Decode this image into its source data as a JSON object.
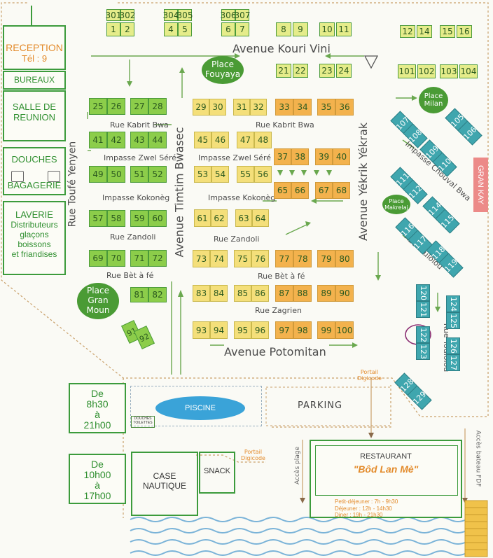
{
  "left_panel": {
    "reception": "RECEPTION",
    "tel": "Tél : 9",
    "bureaux": "BUREAUX",
    "salle_line1": "SALLE DE",
    "salle_line2": "REUNION",
    "douches": "DOUCHES",
    "bagagerie": "BAGAGERIE",
    "laverie": "LAVERIE",
    "laverie_line1": "Distributeurs",
    "laverie_line2": "glaçons",
    "laverie_line3": "boissons",
    "laverie_line4": "et friandises"
  },
  "avenues": {
    "kouri_vini": "Avenue Kouri Vini",
    "potomitan": "Avenue Potomitan",
    "timtim": "Avenue Timtim Bwasec",
    "yekrik": "Avenue Yékrik Yékrak",
    "toufe": "Rue Toufé Yenyen"
  },
  "streets": {
    "kabrit_left": "Rue Kabrit Bwa",
    "kabrit_right": "Rue Kabrit Bwa",
    "zwel_left": "Impasse Zwel Séré",
    "zwel_right": "Impasse Zwel Séré",
    "kokoneg_left": "Impasse Kokonèg",
    "kokoneg_right": "Impasse Kokonèg",
    "zandoli_left": "Rue Zandoli",
    "zandoli_right": "Rue Zandoli",
    "bet_left": "Rue Bèt à fé",
    "bet_right": "Rue Bèt à fé",
    "zagrien": "Rue Zagrien",
    "chouval": "Impasse Chouval Bwa",
    "toulolou_upper": "Rue Toulolou",
    "toulolou_lower": "Rue Toulolou"
  },
  "plazas": {
    "fouyaya_1": "Place",
    "fouyaya_2": "Fouyaya",
    "milan_1": "Place",
    "milan_2": "Milan",
    "makrelaj_1": "Place",
    "makrelaj_2": "Makrelaj",
    "granmoun_1": "Place",
    "granmoun_2": "Gran Moun"
  },
  "gran_kay": "GRAN KAY",
  "lots": [
    {
      "n": "301",
      "c": "lime"
    },
    {
      "n": "302",
      "c": "lime"
    },
    {
      "n": "1",
      "c": "lime"
    },
    {
      "n": "2",
      "c": "lime"
    },
    {
      "n": "304",
      "c": "lime"
    },
    {
      "n": "305",
      "c": "lime"
    },
    {
      "n": "4",
      "c": "lime"
    },
    {
      "n": "5",
      "c": "lime"
    },
    {
      "n": "306",
      "c": "lime"
    },
    {
      "n": "307",
      "c": "lime"
    },
    {
      "n": "6",
      "c": "lime"
    },
    {
      "n": "7",
      "c": "lime"
    },
    {
      "n": "8",
      "c": "lime"
    },
    {
      "n": "9",
      "c": "lime"
    },
    {
      "n": "10",
      "c": "lime"
    },
    {
      "n": "11",
      "c": "lime"
    },
    {
      "n": "12",
      "c": "lime"
    },
    {
      "n": "14",
      "c": "lime"
    },
    {
      "n": "15",
      "c": "lime"
    },
    {
      "n": "16",
      "c": "lime"
    },
    {
      "n": "21",
      "c": "lime"
    },
    {
      "n": "22",
      "c": "lime"
    },
    {
      "n": "23",
      "c": "lime"
    },
    {
      "n": "24",
      "c": "lime"
    },
    {
      "n": "101",
      "c": "lime"
    },
    {
      "n": "102",
      "c": "lime"
    },
    {
      "n": "103",
      "c": "lime"
    },
    {
      "n": "104",
      "c": "lime"
    },
    {
      "n": "25",
      "c": "green"
    },
    {
      "n": "26",
      "c": "green"
    },
    {
      "n": "27",
      "c": "green"
    },
    {
      "n": "28",
      "c": "green"
    },
    {
      "n": "29",
      "c": "yellow"
    },
    {
      "n": "30",
      "c": "yellow"
    },
    {
      "n": "31",
      "c": "yellow"
    },
    {
      "n": "32",
      "c": "yellow"
    },
    {
      "n": "33",
      "c": "orange"
    },
    {
      "n": "34",
      "c": "orange"
    },
    {
      "n": "35",
      "c": "orange"
    },
    {
      "n": "36",
      "c": "orange"
    },
    {
      "n": "41",
      "c": "green"
    },
    {
      "n": "42",
      "c": "green"
    },
    {
      "n": "43",
      "c": "green"
    },
    {
      "n": "44",
      "c": "green"
    },
    {
      "n": "45",
      "c": "yellow"
    },
    {
      "n": "46",
      "c": "yellow"
    },
    {
      "n": "47",
      "c": "yellow"
    },
    {
      "n": "48",
      "c": "yellow"
    },
    {
      "n": "37",
      "c": "orange"
    },
    {
      "n": "38",
      "c": "orange"
    },
    {
      "n": "39",
      "c": "orange"
    },
    {
      "n": "40",
      "c": "orange"
    },
    {
      "n": "49",
      "c": "green"
    },
    {
      "n": "50",
      "c": "green"
    },
    {
      "n": "51",
      "c": "green"
    },
    {
      "n": "52",
      "c": "green"
    },
    {
      "n": "53",
      "c": "yellow"
    },
    {
      "n": "54",
      "c": "yellow"
    },
    {
      "n": "55",
      "c": "yellow"
    },
    {
      "n": "56",
      "c": "yellow"
    },
    {
      "n": "65",
      "c": "orange"
    },
    {
      "n": "66",
      "c": "orange"
    },
    {
      "n": "67",
      "c": "orange"
    },
    {
      "n": "68",
      "c": "orange"
    },
    {
      "n": "57",
      "c": "green"
    },
    {
      "n": "58",
      "c": "green"
    },
    {
      "n": "59",
      "c": "green"
    },
    {
      "n": "60",
      "c": "green"
    },
    {
      "n": "61",
      "c": "yellow"
    },
    {
      "n": "62",
      "c": "yellow"
    },
    {
      "n": "63",
      "c": "yellow"
    },
    {
      "n": "64",
      "c": "yellow"
    },
    {
      "n": "69",
      "c": "green"
    },
    {
      "n": "70",
      "c": "green"
    },
    {
      "n": "71",
      "c": "green"
    },
    {
      "n": "72",
      "c": "green"
    },
    {
      "n": "73",
      "c": "yellow"
    },
    {
      "n": "74",
      "c": "yellow"
    },
    {
      "n": "75",
      "c": "yellow"
    },
    {
      "n": "76",
      "c": "yellow"
    },
    {
      "n": "77",
      "c": "orange"
    },
    {
      "n": "78",
      "c": "orange"
    },
    {
      "n": "79",
      "c": "orange"
    },
    {
      "n": "80",
      "c": "orange"
    },
    {
      "n": "81",
      "c": "green"
    },
    {
      "n": "82",
      "c": "green"
    },
    {
      "n": "83",
      "c": "yellow"
    },
    {
      "n": "84",
      "c": "yellow"
    },
    {
      "n": "85",
      "c": "yellow"
    },
    {
      "n": "86",
      "c": "yellow"
    },
    {
      "n": "87",
      "c": "orange"
    },
    {
      "n": "88",
      "c": "orange"
    },
    {
      "n": "89",
      "c": "orange"
    },
    {
      "n": "90",
      "c": "orange"
    },
    {
      "n": "93",
      "c": "yellow"
    },
    {
      "n": "94",
      "c": "yellow"
    },
    {
      "n": "95",
      "c": "yellow"
    },
    {
      "n": "96",
      "c": "yellow"
    },
    {
      "n": "97",
      "c": "orange"
    },
    {
      "n": "98",
      "c": "orange"
    },
    {
      "n": "99",
      "c": "orange"
    },
    {
      "n": "100",
      "c": "orange"
    },
    {
      "n": "91",
      "c": "green"
    },
    {
      "n": "92",
      "c": "green"
    },
    {
      "n": "105",
      "c": "teal"
    },
    {
      "n": "106",
      "c": "teal"
    },
    {
      "n": "107",
      "c": "teal"
    },
    {
      "n": "108",
      "c": "teal"
    },
    {
      "n": "109",
      "c": "teal"
    },
    {
      "n": "110",
      "c": "teal"
    },
    {
      "n": "111",
      "c": "teal"
    },
    {
      "n": "112",
      "c": "teal"
    },
    {
      "n": "114",
      "c": "teal"
    },
    {
      "n": "115",
      "c": "teal"
    },
    {
      "n": "116",
      "c": "teal"
    },
    {
      "n": "117",
      "c": "teal"
    },
    {
      "n": "118",
      "c": "teal"
    },
    {
      "n": "119",
      "c": "teal"
    },
    {
      "n": "120",
      "c": "teal"
    },
    {
      "n": "121",
      "c": "teal"
    },
    {
      "n": "122",
      "c": "teal"
    },
    {
      "n": "123",
      "c": "teal"
    },
    {
      "n": "124",
      "c": "teal"
    },
    {
      "n": "125",
      "c": "teal"
    },
    {
      "n": "126",
      "c": "teal"
    },
    {
      "n": "127",
      "c": "teal"
    },
    {
      "n": "128",
      "c": "teal"
    },
    {
      "n": "129",
      "c": "teal"
    }
  ],
  "hours_top": {
    "l1": "De",
    "l2": "8h30",
    "l3": "à",
    "l4": "21h00"
  },
  "hours_bottom": {
    "l1": "De",
    "l2": "10h00",
    "l3": "à",
    "l4": "17h00"
  },
  "piscine": "PISCINE",
  "douches_toilettes_1": "DOUCHES",
  "douches_toilettes_2": "TOILETTES",
  "parking": "PARKING",
  "portail_top_1": "Portail",
  "portail_top_2": "Digicode",
  "portail_bottom_1": "Portail",
  "portail_bottom_2": "Digicode",
  "case_nautique_1": "CASE",
  "case_nautique_2": "NAUTIQUE",
  "snack": "SNACK",
  "restaurant": "RESTAURANT",
  "restaurant_name": "\"Bôd Lan Mè\"",
  "petit_dejeuner": "Petit-déjeuner : 7h - 9h30",
  "dejeuner": "Déjeuner : 12h - 14h30",
  "diner": "Diner : 19h - 21h30",
  "acces_plage": "Accès plage",
  "acces_bateau": "Accès bateau FDF"
}
